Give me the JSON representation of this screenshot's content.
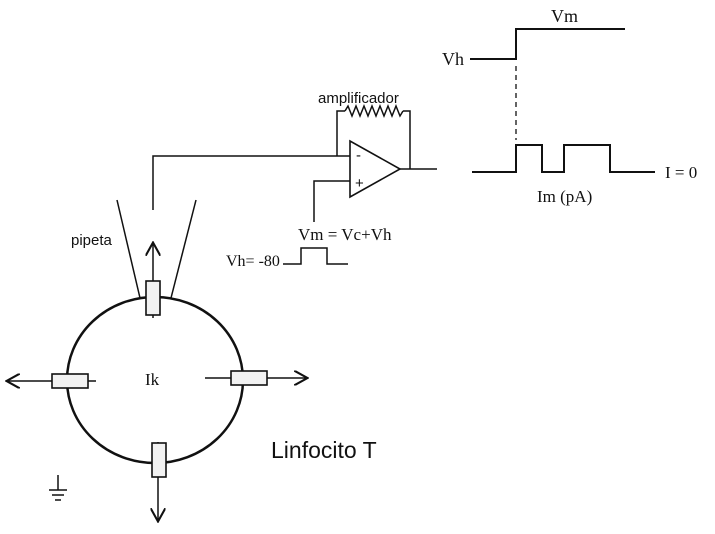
{
  "labels": {
    "vm_top": "Vm",
    "vh_top": "Vh",
    "amplifier": "amplificador",
    "minus": "-",
    "plus": "+",
    "current_zero": "I = 0",
    "current_trace": "Im (pA)",
    "pipette": "pipeta",
    "vm_formula": "Vm = Vc+Vh",
    "vh_value": "Vh= -80",
    "channel_current": "Ik",
    "cell_name": "Linfocito T"
  },
  "colors": {
    "ink": "#111111",
    "channel_fill": "#f2f2f2"
  },
  "icons": {
    "ground": "ground-symbol-icon"
  }
}
